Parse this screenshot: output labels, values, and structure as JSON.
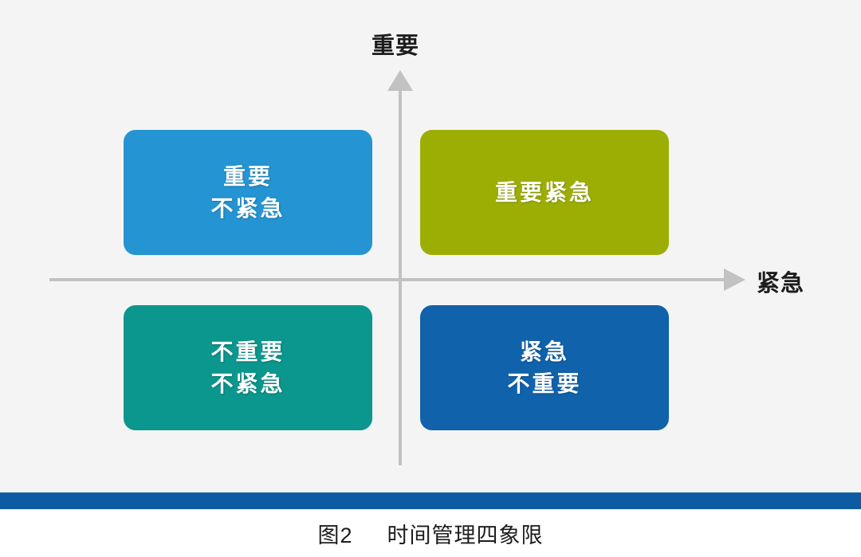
{
  "figure": {
    "background_color": "#f4f4f4",
    "axes": {
      "vertical_label": "重要",
      "horizontal_label": "紧急",
      "axis_color": "#c2c2c2"
    },
    "quadrants": [
      {
        "id": "important-not-urgent",
        "position": "top-left",
        "lines": [
          "重要",
          "不紧急"
        ],
        "color": "#2494d2",
        "edge_color": "#1a7bb0"
      },
      {
        "id": "important-urgent",
        "position": "top-right",
        "lines": [
          "重要紧急"
        ],
        "color": "#9cae03",
        "edge_color": "#7f8f02"
      },
      {
        "id": "not-important-not-urgent",
        "position": "bottom-left",
        "lines": [
          "不重要",
          "不紧急"
        ],
        "color": "#0b968e",
        "edge_color": "#077a73"
      },
      {
        "id": "urgent-not-important",
        "position": "bottom-right",
        "lines": [
          "紧急",
          "不重要"
        ],
        "color": "#1062ab",
        "edge_color": "#0b4d88"
      }
    ]
  },
  "divider": {
    "color": "#0d5ca3"
  },
  "caption": {
    "number": "图2",
    "title": "时间管理四象限"
  }
}
